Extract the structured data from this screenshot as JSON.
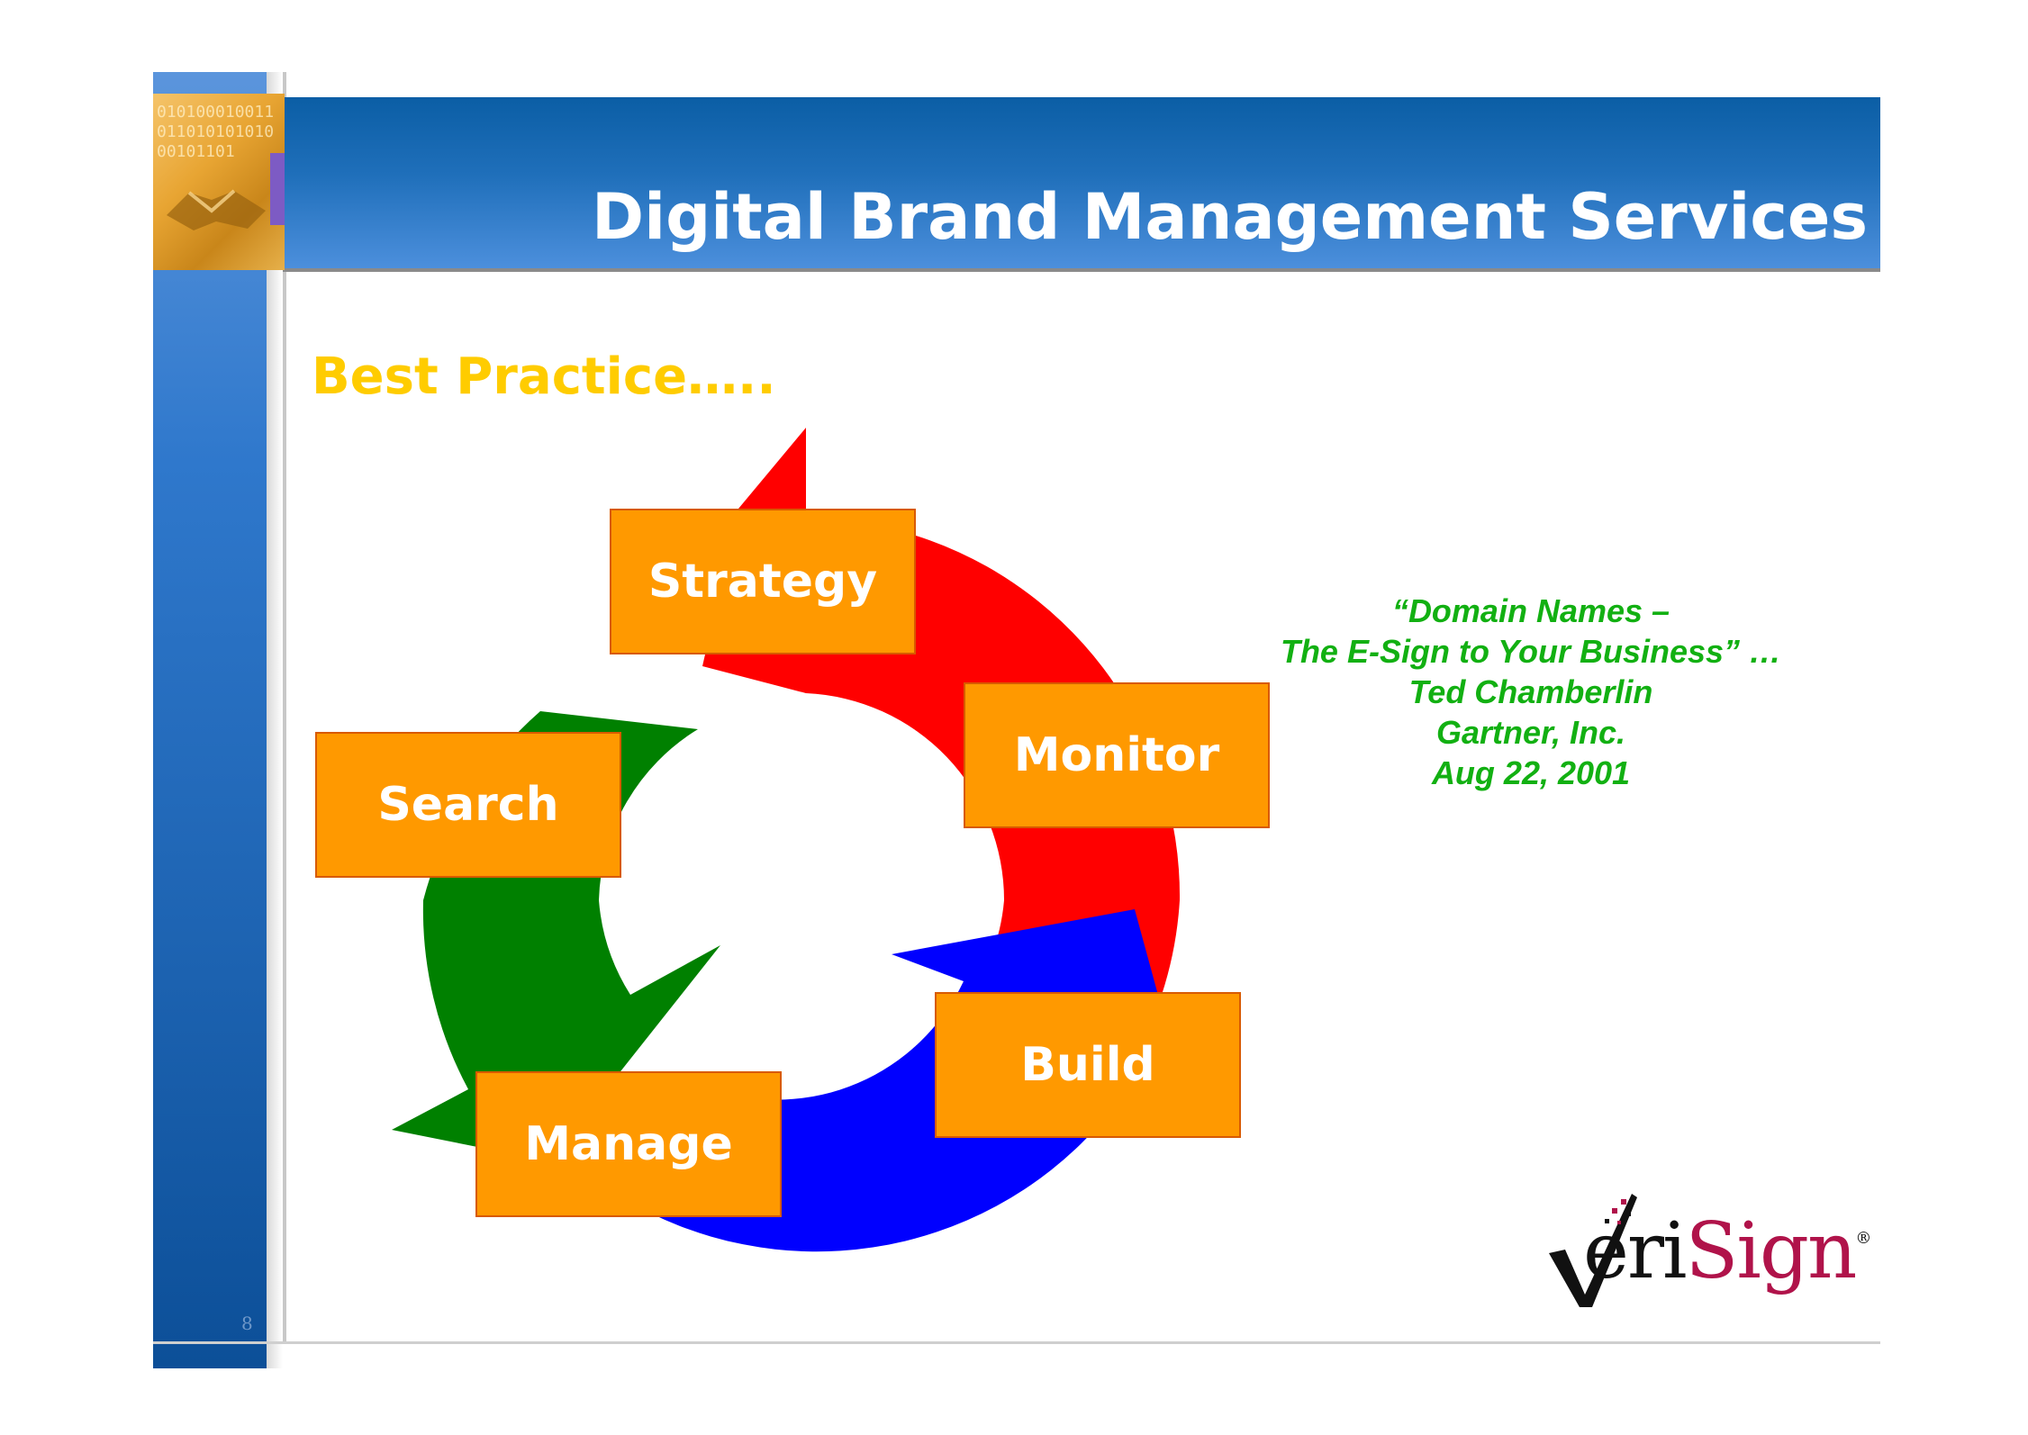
{
  "slide": {
    "title": "Digital Brand Management Services",
    "subtitle": "Best Practice…..",
    "page_number": "8"
  },
  "badge": {
    "digits": "01010001001101101010101000101101"
  },
  "cycle": {
    "steps": [
      {
        "label": "Strategy",
        "arrow_color": "#ff0000"
      },
      {
        "label": "Monitor",
        "arrow_color": "#ff0000"
      },
      {
        "label": "Build",
        "arrow_color": "#0000ff"
      },
      {
        "label": "Manage",
        "arrow_color": "#0000ff"
      },
      {
        "label": "Search",
        "arrow_color": "#008000"
      }
    ],
    "box_color": "#ff9900",
    "arrow_colors": {
      "red": "#ff0000",
      "blue": "#0000ff",
      "green": "#008000"
    }
  },
  "quote": {
    "lines": [
      "“Domain Names –",
      "The E-Sign to Your Business” …",
      "Ted Chamberlin",
      "Gartner, Inc.",
      "Aug 22, 2001"
    ],
    "color": "#12b012"
  },
  "logo": {
    "mark": "V",
    "text_dark": "eri",
    "text_accent": "Sign",
    "registered": "®",
    "colors": {
      "dark": "#111111",
      "accent": "#b0134a"
    }
  }
}
